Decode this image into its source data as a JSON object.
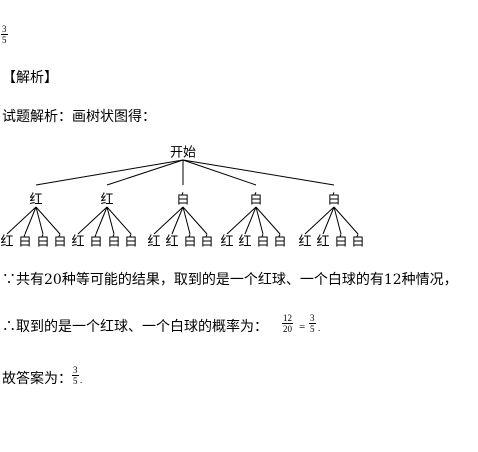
{
  "answer": {
    "numerator": "3",
    "denominator": "5"
  },
  "analysis_heading": "【解析】",
  "intro": "试题解析：画树状图得：",
  "tree": {
    "root": "开始",
    "branches": [
      {
        "label": "红",
        "leaves": [
          "红",
          "白",
          "白",
          "白"
        ]
      },
      {
        "label": "红",
        "leaves": [
          "红",
          "白",
          "白",
          "白"
        ]
      },
      {
        "label": "白",
        "leaves": [
          "红",
          "红",
          "白",
          "白"
        ]
      },
      {
        "label": "白",
        "leaves": [
          "红",
          "红",
          "白",
          "白"
        ]
      },
      {
        "label": "白",
        "leaves": [
          "红",
          "红",
          "白",
          "白"
        ]
      }
    ]
  },
  "line1": "∵共有20种等可能的结果，取到的是一个红球、一个白球的有12种情况，",
  "line2_text": "∴取到的是一个红球、一个白球的概率为：",
  "line2_frac1": {
    "numerator": "12",
    "denominator": "20"
  },
  "line2_eq": "=",
  "line2_frac2": {
    "numerator": "3",
    "denominator": "5"
  },
  "line2_end": ".",
  "line3_text": "故答案为：",
  "line3_frac": {
    "numerator": "3",
    "denominator": "5"
  },
  "line3_end": "."
}
